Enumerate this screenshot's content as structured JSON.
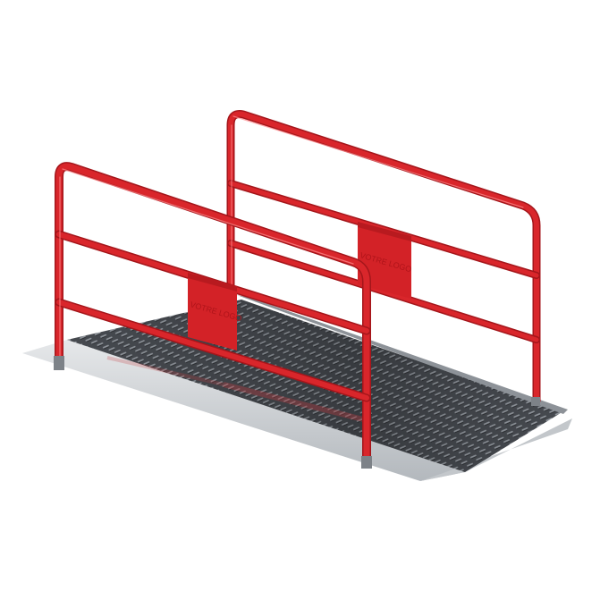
{
  "image": {
    "subject": "metal walkway platform with red handrails",
    "colors": {
      "background": "#ffffff",
      "rail_red": "#d9262b",
      "rail_red_dark": "#a4161b",
      "plate_red": "#d32227",
      "deck_dark": "#3a3d42",
      "deck_mid": "#6f747b",
      "deck_light": "#c9cdd1",
      "rim_light": "#dfe2e5"
    },
    "logo_plate_left": {
      "text": "VOTRE LOGO"
    },
    "logo_plate_right": {
      "text": "VOTRE LOGO"
    }
  }
}
